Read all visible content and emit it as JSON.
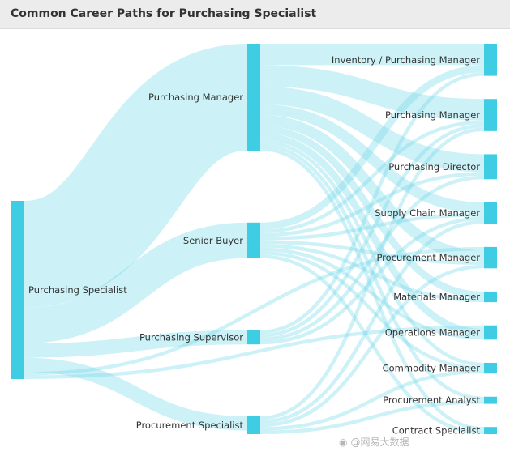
{
  "header": {
    "title": "Common Career Paths for Purchasing Specialist"
  },
  "colors": {
    "node": "#3fcde3",
    "link": "#7fdcec"
  },
  "watermark": {
    "icon": "weibo-icon",
    "text": "@网易大数据"
  },
  "diagram": {
    "columns": [
      [
        "Purchasing Specialist"
      ],
      [
        "Purchasing Manager",
        "Senior Buyer",
        "Purchasing Supervisor",
        "Procurement Specialist"
      ],
      [
        "Inventory / Purchasing Manager",
        "Purchasing Manager",
        "Purchasing Director",
        "Supply Chain Manager",
        "Procurement Manager",
        "Materials Manager",
        "Operations Manager",
        "Commodity Manager",
        "Procurement Analyst",
        "Contract Specialist"
      ]
    ],
    "links": [
      {
        "source": [
          0,
          0
        ],
        "target": [
          1,
          0
        ],
        "value": 30
      },
      {
        "source": [
          0,
          0
        ],
        "target": [
          1,
          1
        ],
        "value": 10
      },
      {
        "source": [
          0,
          0
        ],
        "target": [
          1,
          2
        ],
        "value": 4
      },
      {
        "source": [
          0,
          0
        ],
        "target": [
          1,
          3
        ],
        "value": 4
      },
      {
        "source": [
          0,
          0
        ],
        "target": [
          2,
          4
        ],
        "value": 1
      },
      {
        "source": [
          0,
          0
        ],
        "target": [
          2,
          6
        ],
        "value": 1
      },
      {
        "source": [
          1,
          0
        ],
        "target": [
          2,
          0
        ],
        "value": 6
      },
      {
        "source": [
          1,
          0
        ],
        "target": [
          2,
          1
        ],
        "value": 6
      },
      {
        "source": [
          1,
          0
        ],
        "target": [
          2,
          2
        ],
        "value": 5
      },
      {
        "source": [
          1,
          0
        ],
        "target": [
          2,
          3
        ],
        "value": 3
      },
      {
        "source": [
          1,
          0
        ],
        "target": [
          2,
          4
        ],
        "value": 3
      },
      {
        "source": [
          1,
          0
        ],
        "target": [
          2,
          5
        ],
        "value": 2
      },
      {
        "source": [
          1,
          0
        ],
        "target": [
          2,
          6
        ],
        "value": 2
      },
      {
        "source": [
          1,
          0
        ],
        "target": [
          2,
          7
        ],
        "value": 1
      },
      {
        "source": [
          1,
          0
        ],
        "target": [
          2,
          8
        ],
        "value": 1
      },
      {
        "source": [
          1,
          0
        ],
        "target": [
          2,
          9
        ],
        "value": 1
      },
      {
        "source": [
          1,
          1
        ],
        "target": [
          2,
          0
        ],
        "value": 2
      },
      {
        "source": [
          1,
          1
        ],
        "target": [
          2,
          1
        ],
        "value": 1
      },
      {
        "source": [
          1,
          1
        ],
        "target": [
          2,
          2
        ],
        "value": 1
      },
      {
        "source": [
          1,
          1
        ],
        "target": [
          2,
          3
        ],
        "value": 1
      },
      {
        "source": [
          1,
          1
        ],
        "target": [
          2,
          4
        ],
        "value": 1
      },
      {
        "source": [
          1,
          1
        ],
        "target": [
          2,
          5
        ],
        "value": 1
      },
      {
        "source": [
          1,
          1
        ],
        "target": [
          2,
          6
        ],
        "value": 1
      },
      {
        "source": [
          1,
          1
        ],
        "target": [
          2,
          7
        ],
        "value": 1
      },
      {
        "source": [
          1,
          1
        ],
        "target": [
          2,
          9
        ],
        "value": 1
      },
      {
        "source": [
          1,
          2
        ],
        "target": [
          2,
          0
        ],
        "value": 1
      },
      {
        "source": [
          1,
          2
        ],
        "target": [
          2,
          1
        ],
        "value": 1
      },
      {
        "source": [
          1,
          2
        ],
        "target": [
          2,
          2
        ],
        "value": 1
      },
      {
        "source": [
          1,
          2
        ],
        "target": [
          2,
          3
        ],
        "value": 1
      },
      {
        "source": [
          1,
          3
        ],
        "target": [
          2,
          1
        ],
        "value": 1
      },
      {
        "source": [
          1,
          3
        ],
        "target": [
          2,
          3
        ],
        "value": 1
      },
      {
        "source": [
          1,
          3
        ],
        "target": [
          2,
          4
        ],
        "value": 1
      },
      {
        "source": [
          1,
          3
        ],
        "target": [
          2,
          7
        ],
        "value": 1
      },
      {
        "source": [
          1,
          3
        ],
        "target": [
          2,
          8
        ],
        "value": 1
      }
    ]
  }
}
